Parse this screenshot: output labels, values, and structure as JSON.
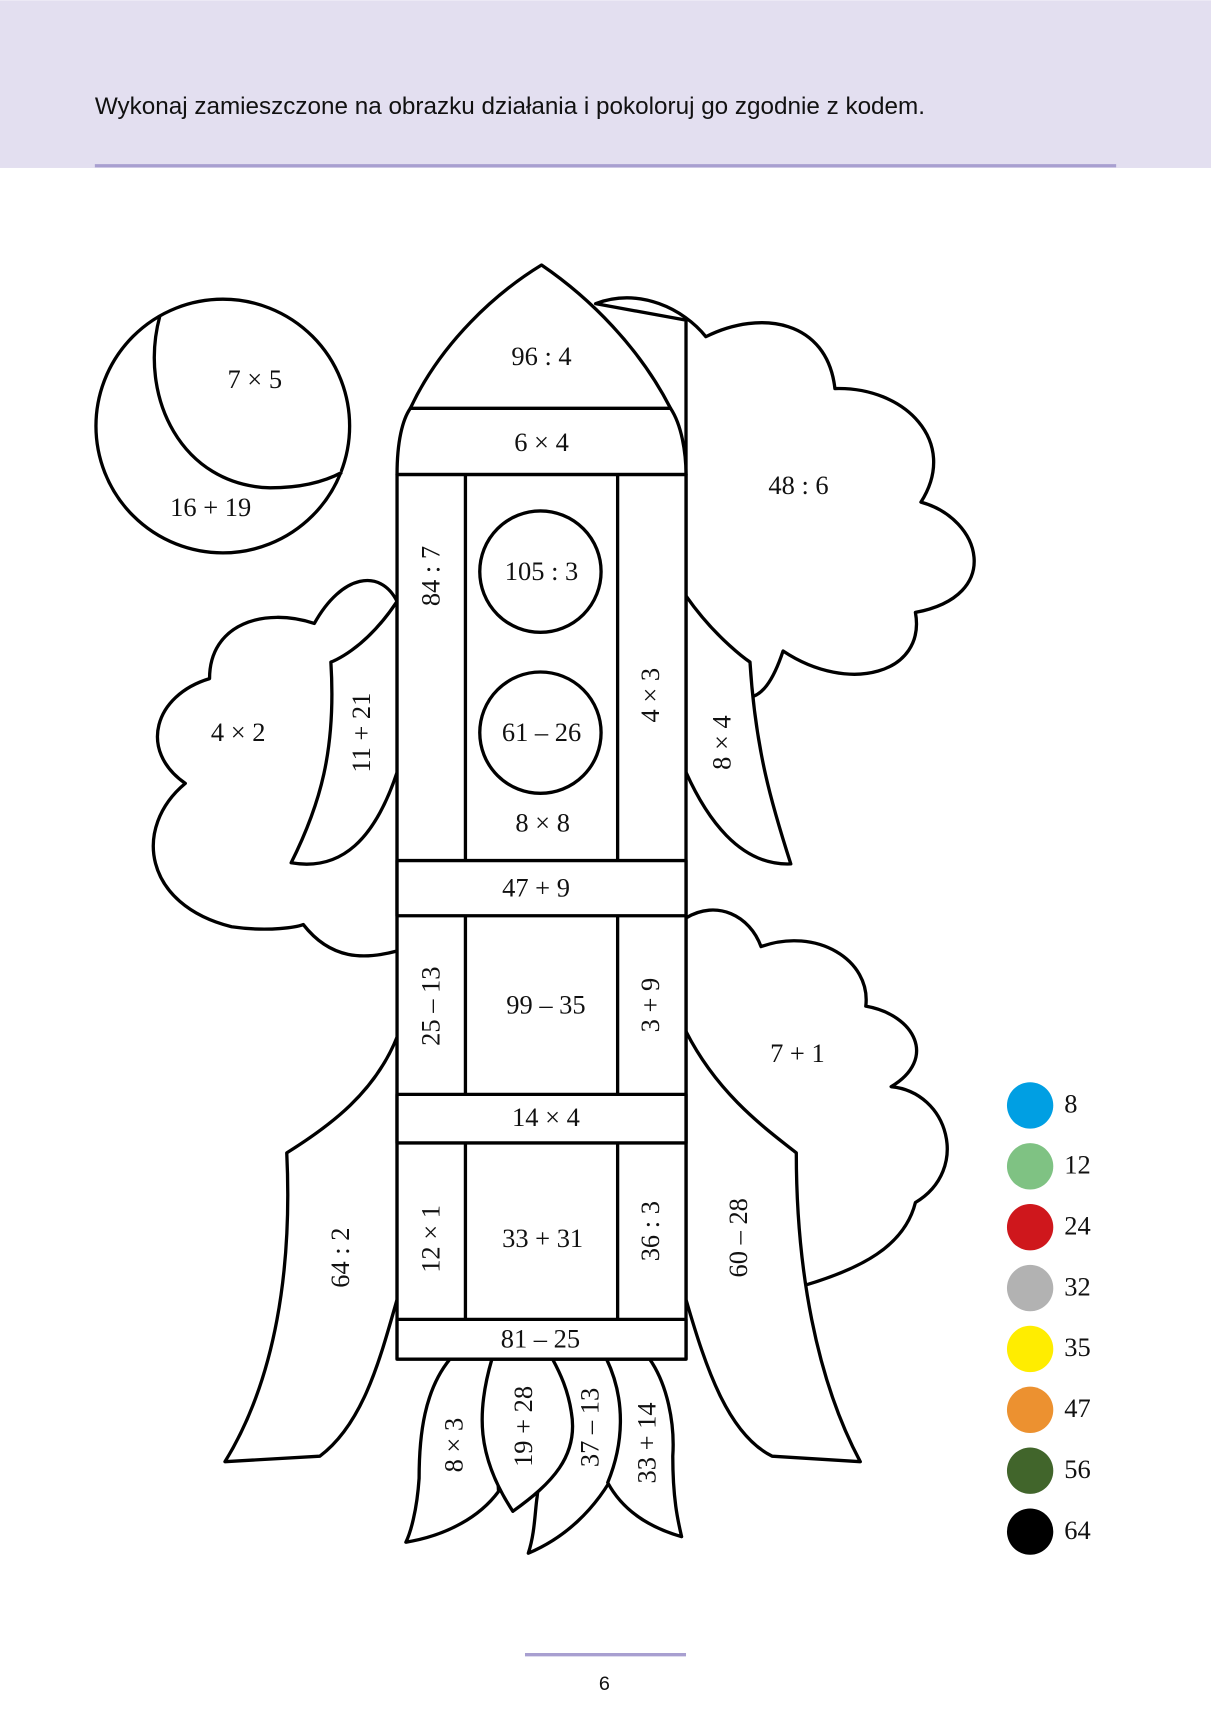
{
  "header": {
    "instruction": "Wykonaj zamieszczone na obrazku działania i pokoloruj go zgodnie z kodem.",
    "background": "#e3dff0",
    "rule_color": "#a89fd0"
  },
  "moon": {
    "crescent": "7 × 5",
    "rest": "16 + 19"
  },
  "rocket": {
    "nose": "96 : 4",
    "band_top": "6 × 4",
    "left_strip_top": "84 : 7",
    "window_top": "105 : 3",
    "window_bottom": "61 – 26",
    "center_top": "8 × 8",
    "right_strip_top": "4 × 3",
    "band_mid": "47 + 9",
    "left_strip_mid": "25 – 13",
    "center_mid": "99 – 35",
    "right_strip_mid": "3 + 9",
    "band_lower": "14 × 4",
    "left_strip_low": "12 × 1",
    "center_low": "33 + 31",
    "right_strip_low": "36 : 3",
    "band_bottom": "81 – 25"
  },
  "clouds": {
    "left": "4 × 2",
    "right_top": "48 : 6",
    "right_bottom": "7 + 1"
  },
  "wings": {
    "left_upper": "11 + 21",
    "right_upper": "8 × 4",
    "left_lower": "64 : 2",
    "right_lower": "60 – 28"
  },
  "flames": [
    "8 × 3",
    "19 + 28",
    "37 – 13",
    "33 + 14"
  ],
  "legend": [
    {
      "value": "8",
      "color": "#009fe3"
    },
    {
      "value": "12",
      "color": "#7fc283"
    },
    {
      "value": "24",
      "color": "#cf171c"
    },
    {
      "value": "32",
      "color": "#b2b2b2"
    },
    {
      "value": "35",
      "color": "#ffed00"
    },
    {
      "value": "47",
      "color": "#ec9130"
    },
    {
      "value": "56",
      "color": "#41652b"
    },
    {
      "value": "64",
      "color": "#000000"
    }
  ],
  "page_number": "6"
}
